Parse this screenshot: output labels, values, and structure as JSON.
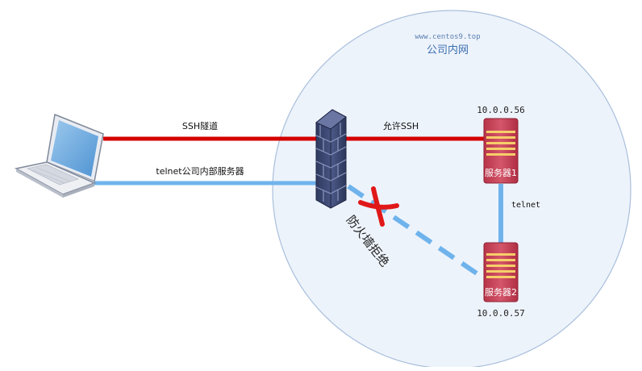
{
  "network": {
    "site_label": "www.centos9.top",
    "zone_label": "公司内网"
  },
  "links": {
    "ssh_tunnel": "SSH隧道",
    "telnet_internal": "telnet公司内部服务器",
    "allow_ssh": "允许SSH",
    "telnet_between_servers": "telnet",
    "firewall_rejects": "防火墙拒绝"
  },
  "servers": [
    {
      "name": "服务器1",
      "ip": "10.0.0.56"
    },
    {
      "name": "服务器2",
      "ip": "10.0.0.57"
    }
  ],
  "colors": {
    "circle_fill": "#edf3fb",
    "circle_stroke": "#a9bfdc",
    "ssh_line": "#d40000",
    "telnet_line": "#6fb3ec",
    "server_body": "#c9455a",
    "firewall": "#3f4a73",
    "block_mark": "#e01818"
  },
  "icons": [
    "laptop-icon",
    "firewall-icon",
    "server-icon",
    "block-cross-icon"
  ]
}
